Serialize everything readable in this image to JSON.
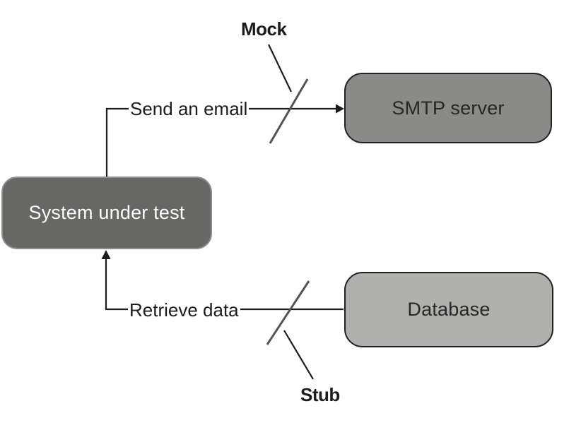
{
  "colors": {
    "background": "#ffffff",
    "line": "#1c1c1a",
    "slash": "#54544f",
    "node_dark_fill": "#676764",
    "node_dark_border": "#8f8f8d",
    "node_dark_text": "#fdfdfd",
    "node_medium_fill": "#8a8a87",
    "node_light_fill": "#b0b0ad",
    "node_border": "#21211f",
    "node_text": "#262624",
    "label_text": "#1c1c1a"
  },
  "nodes": {
    "system_under_test": {
      "label": "System under test"
    },
    "smtp_server": {
      "label": "SMTP server"
    },
    "database": {
      "label": "Database"
    }
  },
  "edges": {
    "send_email": {
      "label": "Send an email",
      "annotation": "Mock"
    },
    "retrieve_data": {
      "label": "Retrieve data",
      "annotation": "Stub"
    }
  }
}
